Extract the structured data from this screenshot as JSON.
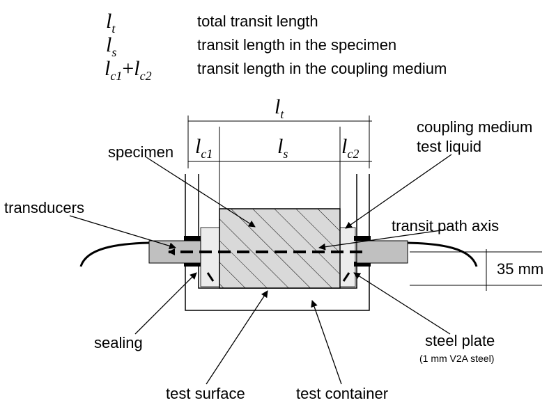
{
  "legend": [
    {
      "sym": "l",
      "sub": "t",
      "desc": "total transit length"
    },
    {
      "sym": "l",
      "sub": "s",
      "desc": "transit length in the specimen"
    },
    {
      "sym": "l",
      "sub": "c1",
      "plus": "+",
      "sym2": "l",
      "sub2": "c2",
      "desc": "transit length in the coupling medium"
    }
  ],
  "dims": {
    "lt": {
      "sym": "l",
      "sub": "t"
    },
    "lc1": {
      "sym": "l",
      "sub": "c1"
    },
    "ls": {
      "sym": "l",
      "sub": "s"
    },
    "lc2": {
      "sym": "l",
      "sub": "c2"
    },
    "height": "35 mm"
  },
  "labels": {
    "specimen": "specimen",
    "coupling1": "coupling medium",
    "coupling2": "test liquid",
    "transducers": "transducers",
    "axis": "transit path axis",
    "sealing": "sealing",
    "steel_plate": "steel plate",
    "steel_plate_note": "(1 mm V2A steel)",
    "test_surface": "test surface",
    "test_container": "test container"
  },
  "colors": {
    "specimen_fill": "#d9d9d9",
    "transducer_fill": "#c0c0c0",
    "liquid_fill": "#ececec",
    "ink": "#000000"
  }
}
